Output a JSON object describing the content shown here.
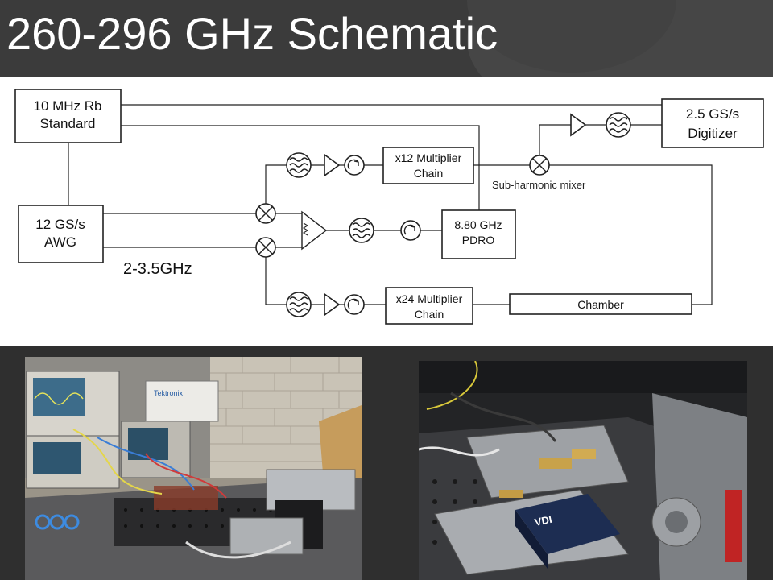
{
  "slide": {
    "title": "260-296 GHz Schematic"
  },
  "diagram": {
    "blocks": {
      "rb": [
        "10 MHz Rb",
        "Standard"
      ],
      "awg": [
        "12 GS/s",
        "AWG"
      ],
      "x12": [
        "x12 Multiplier",
        "Chain"
      ],
      "pdro": [
        "8.80 GHz",
        "PDRO"
      ],
      "x24": [
        "x24 Multiplier",
        "Chain"
      ],
      "chamber": "Chamber",
      "digitizer": [
        "2.5 GS/s",
        "Digitizer"
      ]
    },
    "labels": {
      "mixer": "Sub-harmonic mixer",
      "band": "2-3.5GHz"
    }
  },
  "photos": {
    "left_panel_label": "Tektronix"
  }
}
